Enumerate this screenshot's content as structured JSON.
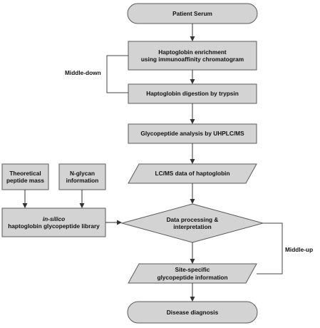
{
  "nodes": {
    "patient_serum": "Patient Serum",
    "enrichment_line1": "Haptoglobin enrichment",
    "enrichment_line2": "using immunoaffinity chromatogram",
    "digestion": "Haptoglobin digestion by trypsin",
    "uhplc": "Glycopeptide analysis by UHPLC/MS",
    "lcms_data": "LC/MS data of haptoglobin",
    "theoretical_line1": "Theoretical",
    "theoretical_line2": "peptide mass",
    "nglycan_line1": "N-glycan",
    "nglycan_line2": "information",
    "library_line1": "in-silico",
    "library_line2": "haptoglobin glycopeptide library",
    "processing_line1": "Data processing &",
    "processing_line2": "interpretation",
    "sitespecific_line1": "Site-specific",
    "sitespecific_line2": "glycopeptide information",
    "diagnosis": "Disease diagnosis"
  },
  "brackets": {
    "middle_down": "Middle-down",
    "middle_up": "Middle-up"
  },
  "colors": {
    "node_fill": "#d3d3d3",
    "node_stroke": "#5a5a5a",
    "connector": "#333333"
  }
}
